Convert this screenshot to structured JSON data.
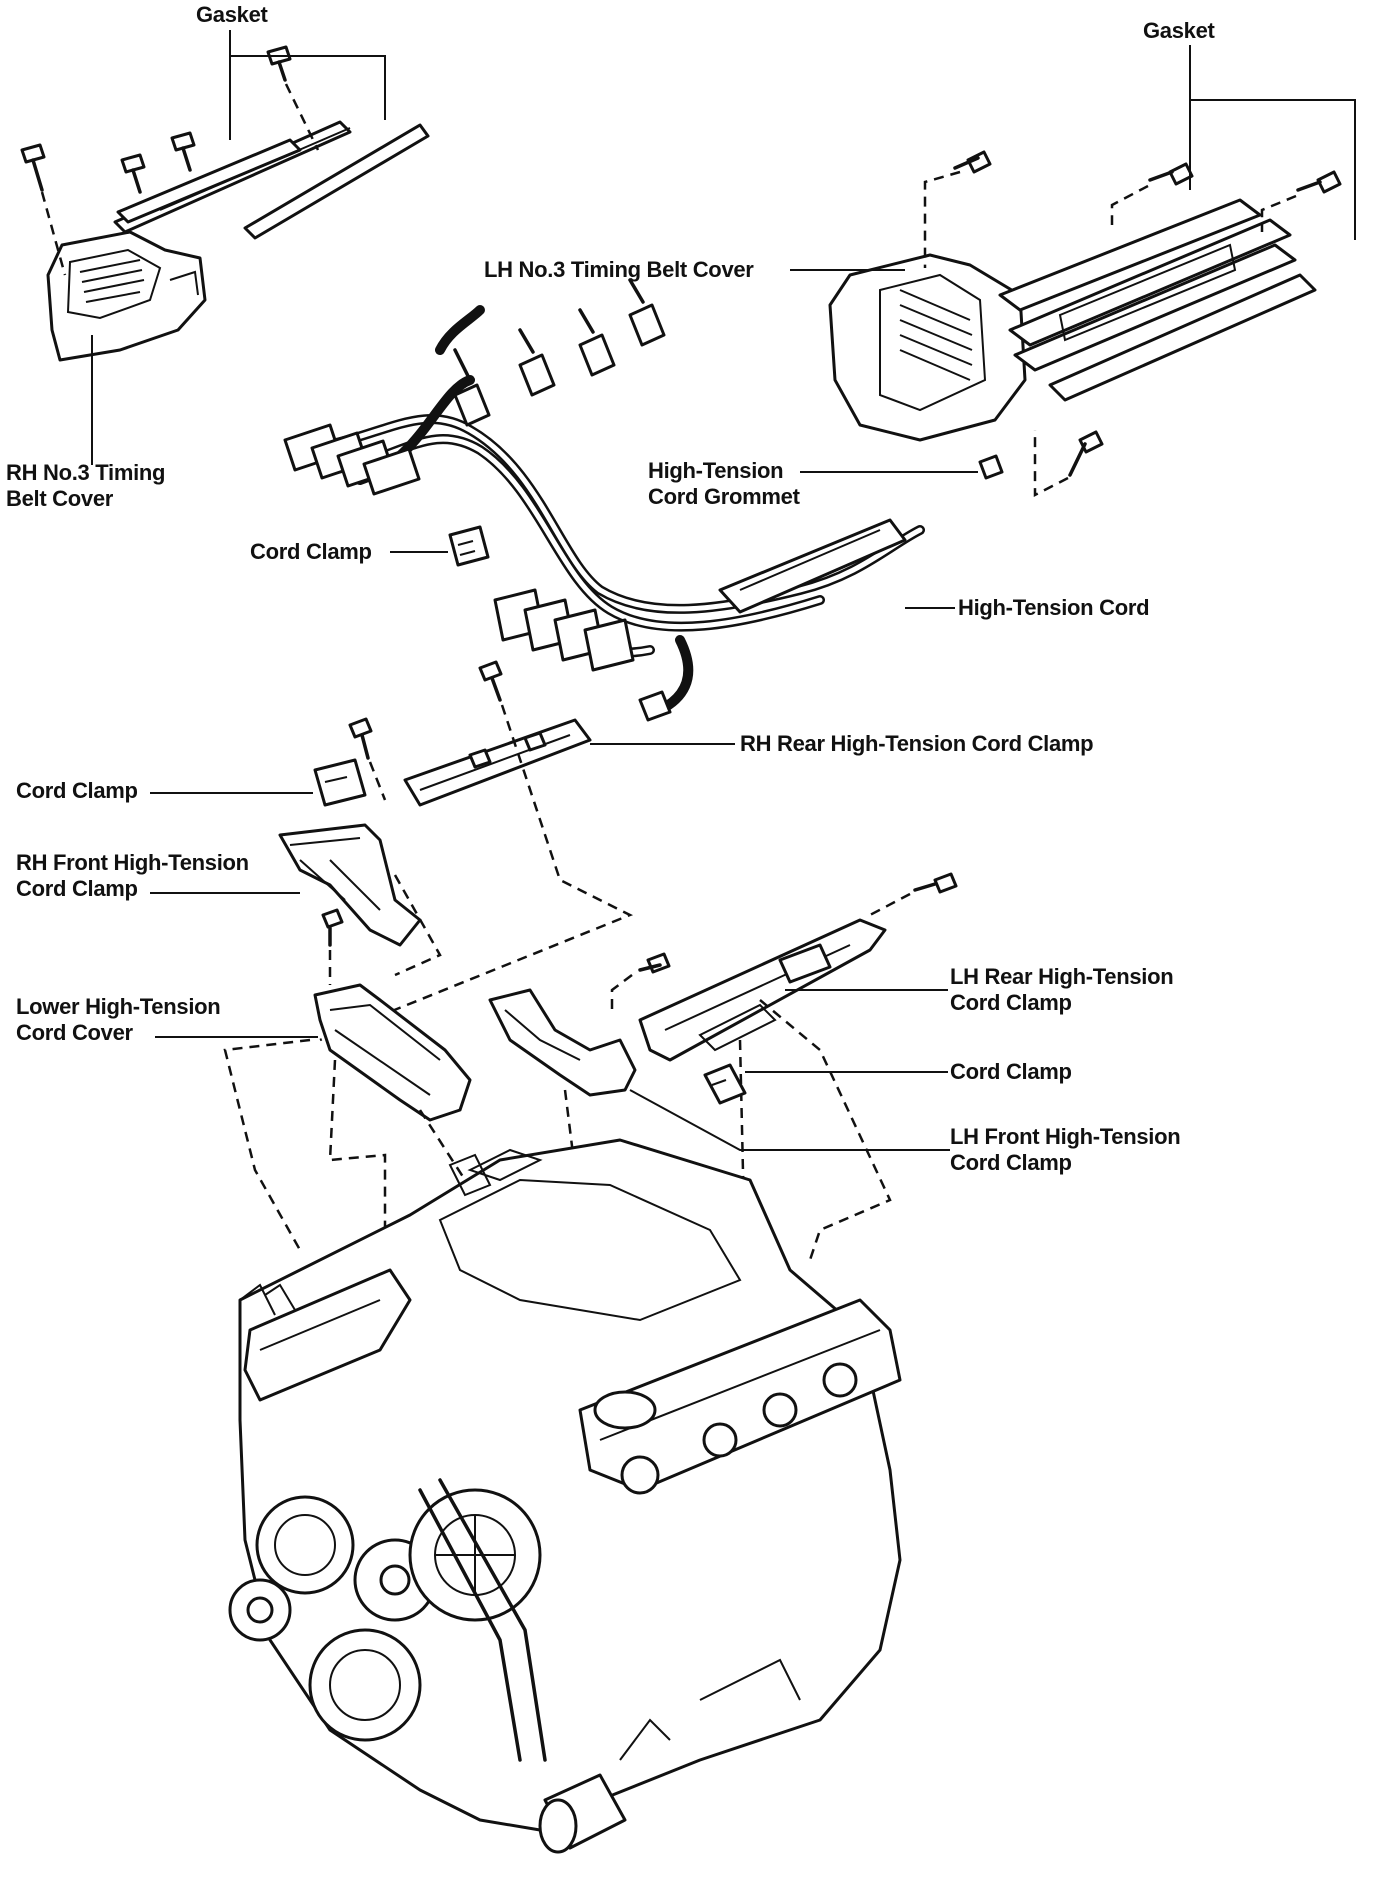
{
  "labels": {
    "gasket_left": "Gasket",
    "gasket_right": "Gasket",
    "lh_no3_cover": "LH No.3 Timing Belt Cover",
    "rh_no3_cover_1": "RH No.3 Timing",
    "rh_no3_cover_2": "Belt Cover",
    "ht_cord_grommet_1": "High-Tension",
    "ht_cord_grommet_2": "Cord Grommet",
    "cord_clamp_top": "Cord Clamp",
    "ht_cord": "High-Tension Cord",
    "rh_rear_clamp": "RH Rear High-Tension Cord Clamp",
    "cord_clamp_mid": "Cord Clamp",
    "rh_front_clamp_1": "RH Front High-Tension",
    "rh_front_clamp_2": "Cord Clamp",
    "lower_cover_1": "Lower High-Tension",
    "lower_cover_2": "Cord Cover",
    "lh_rear_clamp_1": "LH Rear High-Tension",
    "lh_rear_clamp_2": "Cord Clamp",
    "cord_clamp_lower": "Cord Clamp",
    "lh_front_clamp_1": "LH Front High-Tension",
    "lh_front_clamp_2": "Cord Clamp"
  }
}
